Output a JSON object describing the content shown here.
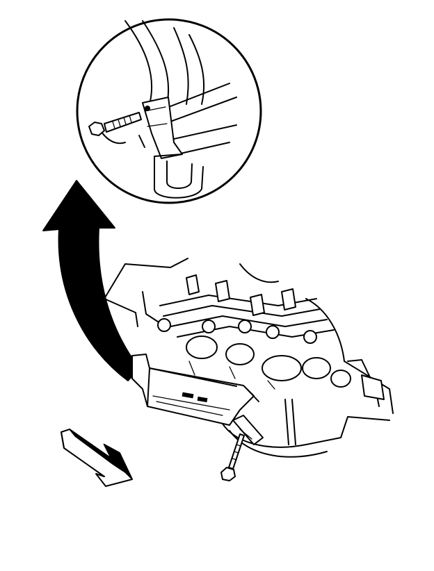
{
  "diagram": {
    "colors": {
      "ink": "#000000",
      "paper": "#ffffff"
    },
    "parts": [
      "detail-view-magnifier",
      "bracket-bolt-detail",
      "callout-arrow",
      "engine-assembly",
      "oil-pan-bracket",
      "mounting-bolt",
      "front-direction-arrow"
    ]
  }
}
